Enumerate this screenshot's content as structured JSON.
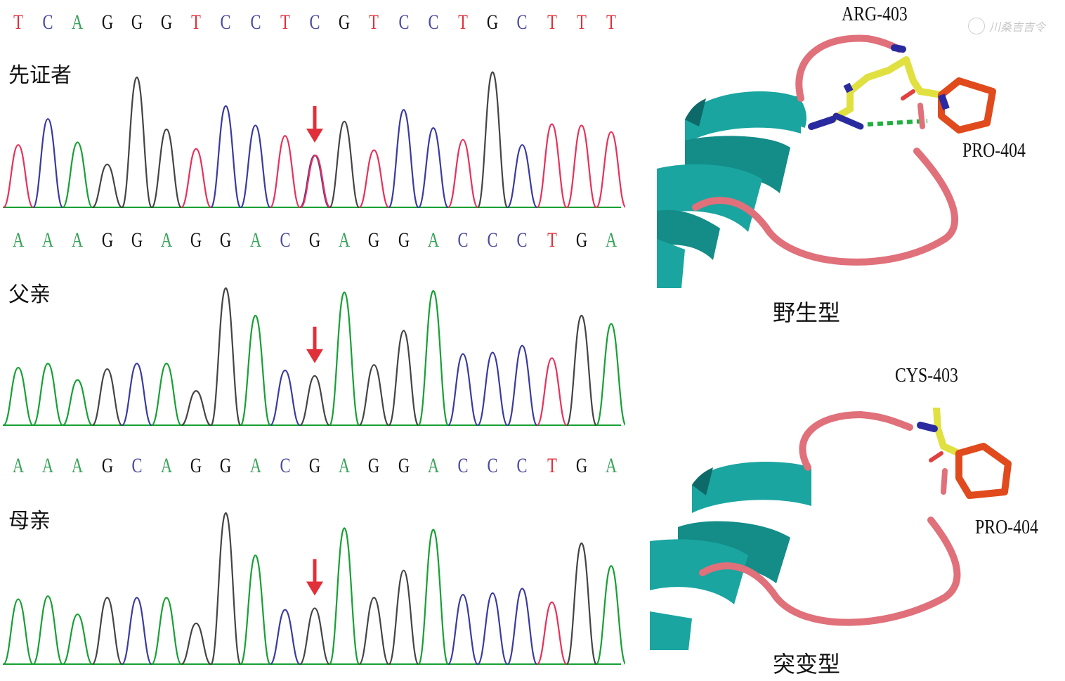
{
  "figure": {
    "base_colors": {
      "A": "#3aa35a",
      "C": "#4a4aa0",
      "G": "#111111",
      "T": "#e0303a"
    },
    "trace_colors": {
      "A": "#17a034",
      "C": "#3a3aa0",
      "G": "#444444",
      "T": "#e8305a"
    },
    "arrow_color": "#e0303a",
    "watermark_text": "川桑吉吉令"
  },
  "chart_data": [
    {
      "type": "line",
      "title": "先证者",
      "sequence": [
        "T",
        "C",
        "A",
        "G",
        "G",
        "G",
        "T",
        "C",
        "C",
        "T",
        "C",
        "G",
        "T",
        "C",
        "C",
        "T",
        "G",
        "C",
        "T",
        "T",
        "T"
      ],
      "peaks": [
        {
          "base": "T",
          "height": 0.48
        },
        {
          "base": "C",
          "height": 0.68
        },
        {
          "base": "A",
          "height": 0.5
        },
        {
          "base": "G",
          "height": 0.33
        },
        {
          "base": "G",
          "height": 1.0
        },
        {
          "base": "G",
          "height": 0.6
        },
        {
          "base": "T",
          "height": 0.45
        },
        {
          "base": "C",
          "height": 0.78
        },
        {
          "base": "C",
          "height": 0.63
        },
        {
          "base": "T",
          "height": 0.55
        },
        {
          "base": "C",
          "height": 0.4,
          "overlap": "T",
          "overlap_height": 0.4,
          "mutation": true
        },
        {
          "base": "G",
          "height": 0.66
        },
        {
          "base": "T",
          "height": 0.44
        },
        {
          "base": "C",
          "height": 0.75
        },
        {
          "base": "C",
          "height": 0.61
        },
        {
          "base": "T",
          "height": 0.52
        },
        {
          "base": "G",
          "height": 1.04
        },
        {
          "base": "C",
          "height": 0.48
        },
        {
          "base": "T",
          "height": 0.64
        },
        {
          "base": "T",
          "height": 0.63
        },
        {
          "base": "T",
          "height": 0.58
        }
      ],
      "annotation": "mutation arrow at position 11"
    },
    {
      "type": "line",
      "title": "父亲",
      "sequence": [
        "A",
        "A",
        "A",
        "G",
        "G",
        "A",
        "G",
        "G",
        "A",
        "C",
        "G",
        "A",
        "G",
        "G",
        "A",
        "C",
        "C",
        "C",
        "T",
        "G",
        "A"
      ],
      "peaks": [
        {
          "base": "A",
          "height": 0.42
        },
        {
          "base": "A",
          "height": 0.45
        },
        {
          "base": "A",
          "height": 0.33
        },
        {
          "base": "G",
          "height": 0.41
        },
        {
          "base": "C",
          "height": 0.45
        },
        {
          "base": "A",
          "height": 0.45
        },
        {
          "base": "G",
          "height": 0.25
        },
        {
          "base": "G",
          "height": 1.0
        },
        {
          "base": "A",
          "height": 0.8
        },
        {
          "base": "C",
          "height": 0.4
        },
        {
          "base": "G",
          "height": 0.36,
          "mutation": true
        },
        {
          "base": "A",
          "height": 0.97
        },
        {
          "base": "G",
          "height": 0.44
        },
        {
          "base": "G",
          "height": 0.69
        },
        {
          "base": "A",
          "height": 0.98
        },
        {
          "base": "C",
          "height": 0.52
        },
        {
          "base": "C",
          "height": 0.53
        },
        {
          "base": "C",
          "height": 0.58
        },
        {
          "base": "T",
          "height": 0.49
        },
        {
          "base": "G",
          "height": 0.8
        },
        {
          "base": "A",
          "height": 0.74
        }
      ],
      "annotation": "arrow at position 11"
    },
    {
      "type": "line",
      "title": "母亲",
      "sequence": [
        "A",
        "A",
        "A",
        "G",
        "C",
        "A",
        "G",
        "G",
        "A",
        "C",
        "G",
        "A",
        "G",
        "G",
        "A",
        "C",
        "C",
        "C",
        "T",
        "G",
        "A"
      ],
      "peaks": [
        {
          "base": "A",
          "height": 0.43
        },
        {
          "base": "A",
          "height": 0.45
        },
        {
          "base": "A",
          "height": 0.33
        },
        {
          "base": "G",
          "height": 0.44
        },
        {
          "base": "C",
          "height": 0.44
        },
        {
          "base": "A",
          "height": 0.44
        },
        {
          "base": "G",
          "height": 0.27
        },
        {
          "base": "G",
          "height": 1.0
        },
        {
          "base": "A",
          "height": 0.72
        },
        {
          "base": "C",
          "height": 0.36
        },
        {
          "base": "G",
          "height": 0.37,
          "mutation": true
        },
        {
          "base": "A",
          "height": 0.9
        },
        {
          "base": "G",
          "height": 0.44
        },
        {
          "base": "G",
          "height": 0.62
        },
        {
          "base": "A",
          "height": 0.89
        },
        {
          "base": "C",
          "height": 0.46
        },
        {
          "base": "C",
          "height": 0.47
        },
        {
          "base": "C",
          "height": 0.5
        },
        {
          "base": "T",
          "height": 0.41
        },
        {
          "base": "G",
          "height": 0.8
        },
        {
          "base": "A",
          "height": 0.65
        }
      ],
      "annotation": "arrow at position 11"
    }
  ],
  "structures": [
    {
      "type_label": "野生型",
      "residue_label": "ARG-403",
      "neighbor_label": "PRO-404",
      "hbond": true
    },
    {
      "type_label": "突变型",
      "residue_label": "CYS-403",
      "neighbor_label": "PRO-404",
      "hbond": false
    }
  ]
}
